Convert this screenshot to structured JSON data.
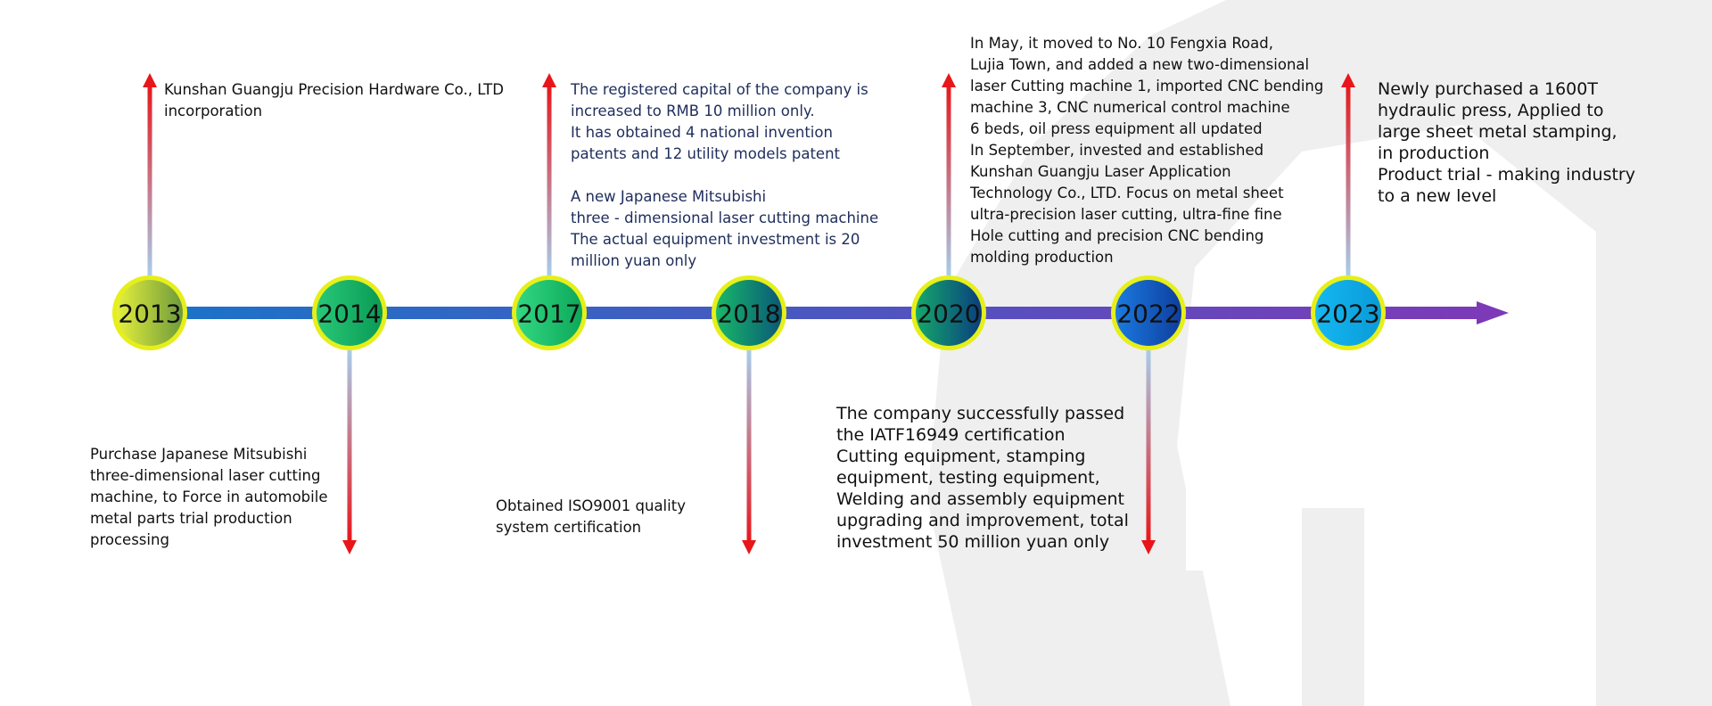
{
  "colors": {
    "axis_start": "#1a73c8",
    "axis_end": "#7c3ab8",
    "arrow_red": "#e8161a",
    "connector_blue": "#a8cdea",
    "ring_yellow": "#e6ef1a",
    "watermark": "#eeeeee"
  },
  "milestones": [
    {
      "year": "2013",
      "side": "up",
      "text": "Kunshan Guangju Precision Hardware Co., LTD\nincorporation",
      "colors": [
        "#e5f03c",
        "#6e9a3c"
      ]
    },
    {
      "year": "2014",
      "side": "down",
      "text": "Purchase Japanese Mitsubishi\nthree-dimensional laser cutting\nmachine, to Force in automobile\nmetal parts trial production\nprocessing",
      "colors": [
        "#28c878",
        "#0a9a55"
      ]
    },
    {
      "year": "2017",
      "side": "up",
      "text": "The registered capital of the company is\nincreased to RMB 10 million only.\nIt has obtained 4 national invention\npatents and 12 utility models patent\n\nA new Japanese Mitsubishi\nthree - dimensional laser cutting machine\nThe actual equipment investment is 20\nmillion yuan only",
      "colors": [
        "#32d882",
        "#0ca85a"
      ]
    },
    {
      "year": "2018",
      "side": "down",
      "text": "Obtained ISO9001 quality\nsystem certification",
      "colors": [
        "#18b868",
        "#0a5878"
      ]
    },
    {
      "year": "2020",
      "side": "up",
      "text": "In May, it moved to No. 10 Fengxia Road,\nLujia Town, and added a new two-dimensional\nlaser Cutting machine 1, imported CNC bending\nmachine 3, CNC numerical control machine\n6 beds, oil press equipment all updated\nIn September, invested and established\nKunshan Guangju Laser Application\nTechnology Co., LTD. Focus on metal sheet\nultra-precision laser cutting, ultra-fine fine\nHole cutting and precision CNC bending\nmolding production",
      "colors": [
        "#14a86a",
        "#0a3e80"
      ]
    },
    {
      "year": "2022",
      "side": "down",
      "text": "The company successfully passed\nthe IATF16949 certification\nCutting equipment, stamping\nequipment, testing equipment,\nWelding and assembly equipment\nupgrading and improvement, total\ninvestment 50 million yuan only",
      "colors": [
        "#1a7ae0",
        "#0e3e9e"
      ]
    },
    {
      "year": "2023",
      "side": "up",
      "text": "Newly purchased a 1600T\nhydraulic press, Applied to\nlarge sheet metal stamping,\nin production\nProduct trial - making industry\nto a new level",
      "colors": [
        "#14b8f2",
        "#0a9ad8"
      ]
    }
  ]
}
